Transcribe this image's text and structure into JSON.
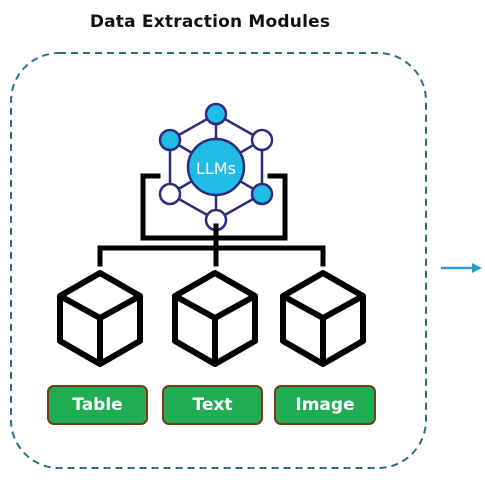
{
  "diagram": {
    "title": "Data Extraction Modules",
    "hub": {
      "label": "LLMs",
      "icon": "neural-network-hexagon-icon"
    },
    "modules": [
      {
        "label": "Table",
        "icon": "cube-icon"
      },
      {
        "label": "Text",
        "icon": "cube-icon"
      },
      {
        "label": "Image",
        "icon": "cube-icon"
      }
    ],
    "output_arrow": "arrow-right-icon"
  },
  "colors": {
    "frame_dash": "#2a6f86",
    "node_cyan": "#1fbce8",
    "node_stroke": "#2f2a7a",
    "connector": "#000000",
    "pill_fill": "#1fac52",
    "pill_border": "#7a3a14",
    "arrow": "#2a9fc9"
  }
}
